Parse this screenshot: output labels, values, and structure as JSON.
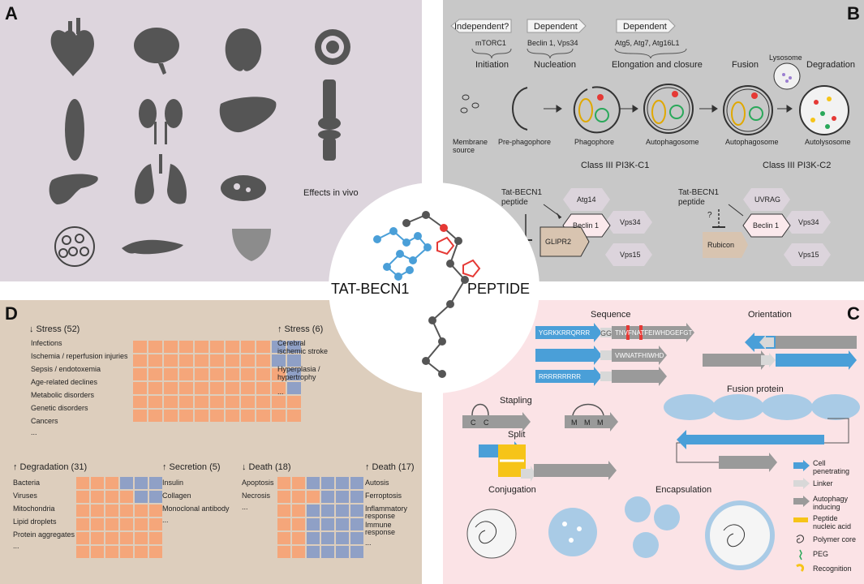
{
  "panel_labels": {
    "a": "A",
    "b": "B",
    "c": "C",
    "d": "D"
  },
  "panel_a": {
    "organs": [
      "heart-icon",
      "brain-icon",
      "brain-section-icon",
      "eye-icon",
      "muscle-icon",
      "kidney-icon",
      "liver-icon",
      "knee-joint-icon",
      "pancreas-icon",
      "lung-icon",
      "ovary-icon",
      "cells-icon",
      "zebrafish-icon",
      "bladder-icon"
    ],
    "effects_label": "Effects in vivo"
  },
  "panel_b": {
    "tag1": "Independent?",
    "tag2": "Dependent",
    "tag3": "Dependent",
    "mtorc": "mTORC1",
    "beclin_vps": "Beclin 1, Vps34",
    "atg": "Atg5, Atg7, Atg16L1",
    "stage_initiation": "Initiation",
    "stage_nucleation": "Nucleation",
    "stage_elongation": "Elongation and closure",
    "stage_fusion": "Fusion",
    "stage_lysosome": "Lysosome",
    "stage_degradation": "Degradation",
    "membrane": "Membrane",
    "source": "source",
    "prephago": "Pre-phagophore",
    "phago": "Phagophore",
    "autophago1": "Autophagosome",
    "autophago2": "Autophagosome",
    "autolyso": "Autolysosome",
    "c1_title": "Class III PI3K-C1",
    "c2_title": "Class III PI3K-C2",
    "tat1": "Tat-BECN1",
    "pep1": "peptide",
    "tat2": "Tat-BECN1",
    "pep2": "peptide",
    "atg14": "Atg14",
    "vps34a": "Vps34",
    "beclin_a": "Beclin 1",
    "vps15a": "Vps15",
    "glipr2": "GLIPR2",
    "uvrag": "UVRAG",
    "vps34b": "Vps34",
    "beclin_b": "Beclin 1",
    "vps15b": "Vps15",
    "rubicon": "Rubicon",
    "qmark": "?"
  },
  "center": {
    "left": "TAT-BECN1",
    "right": "PEPTIDE"
  },
  "panel_d": {
    "stress_down": "↓ Stress (52)",
    "stress_down_items": [
      "Infections",
      "Ischemia / reperfusion injuries",
      "Sepsis / endotoxemia",
      "Age-related declines",
      "Metabolic disorders",
      "Genetic disorders",
      "Cancers",
      "..."
    ],
    "stress_up": "↑ Stress (6)",
    "stress_up_items": [
      "Cerebral",
      "ischemic stroke",
      "Hyperplasia /",
      "hypertrophy",
      "..."
    ],
    "degradation": "↑ Degradation (31)",
    "degradation_items": [
      "Bacteria",
      "Viruses",
      "Mitochondria",
      "Lipid droplets",
      "Protein aggregates",
      "..."
    ],
    "secretion": "↑ Secretion (5)",
    "secretion_items": [
      "Insulin",
      "Collagen",
      "Monoclonal antibody",
      "..."
    ],
    "death_down": "↓ Death (18)",
    "death_down_items": [
      "Apoptosis",
      "Necrosis",
      "..."
    ],
    "death_up": "↑ Death (17)",
    "death_up_items": [
      "Autosis",
      "Ferroptosis",
      "Inflammatory",
      "response",
      "Immune",
      "response",
      "..."
    ]
  },
  "panel_c": {
    "sequence": "Sequence",
    "orientation": "Orientation",
    "seq1": "YGRKKRRQRRR",
    "gg": "GG",
    "seq2": "TNVFNATFEIWHDGEFGT",
    "seq3": "VWNATFHIWHD",
    "seq4": "RRRRRRRRR",
    "stapling": "Stapling",
    "split": "Split",
    "fusion": "Fusion protein",
    "conjugation": "Conjugation",
    "encapsulation": "Encapsulation",
    "c_label": "C",
    "m_label": "M",
    "legend": [
      "Cell",
      "penetrating",
      "Linker",
      "Autophagy",
      "inducing",
      "Peptide",
      "nucleic acid",
      "Polymer core",
      "PEG",
      "Recognition"
    ]
  },
  "colors": {
    "blue": "#4a9fd8",
    "orange": "#f5a67a",
    "grid_blue": "#8fa0c6",
    "gray": "#9a9a9a",
    "light": "#d8d8d8",
    "yellow": "#f6c418"
  }
}
